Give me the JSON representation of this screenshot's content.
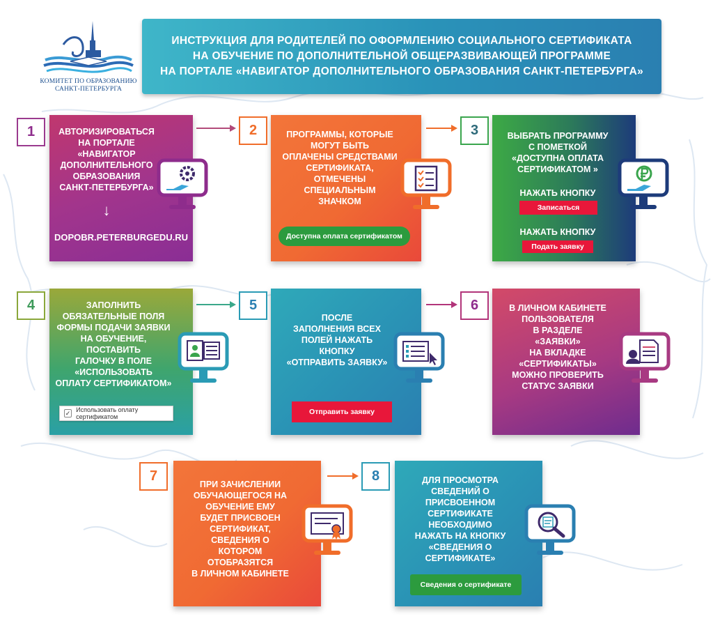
{
  "logo": {
    "line1": "КОМИТЕТ ПО ОБРАЗОВАНИЮ",
    "line2": "САНКТ-ПЕТЕРБУРГА"
  },
  "header": {
    "line1": "ИНСТРУКЦИЯ ДЛЯ РОДИТЕЛЕЙ ПО ОФОРМЛЕНИЮ СОЦИАЛЬНОГО СЕРТИФИКАТА",
    "line2": "НА ОБУЧЕНИЕ ПО ДОПОЛНИТЕЛЬНОЙ ОБЩЕРАЗВИВАЮЩЕЙ ПРОГРАММЕ",
    "line3": "НА ПОРТАЛЕ «НАВИГАТОР ДОПОЛНИТЕЛЬНОГО ОБРАЗОВАНИЯ САНКТ-ПЕТЕРБУРГА»"
  },
  "colors": {
    "purple": "#8e2c8c",
    "orange": "#f06d2a",
    "green": "#3aa54d",
    "navy": "#1d3b7a",
    "olive": "#8aa73a",
    "teal": "#2a9bb5",
    "pink": "#d24a6a",
    "red": "#e8173a",
    "button_green": "#2c9b3e"
  },
  "steps": [
    {
      "number": "1",
      "lines": [
        "АВТОРИЗИРОВАТЬСЯ",
        "НА ПОРТАЛЕ",
        "«НАВИГАТОР",
        "ДОПОЛНИТЕЛЬНОГО",
        "ОБРАЗОВАНИЯ",
        "САНКТ-ПЕТЕРБУРГА»"
      ],
      "arrow_glyph": "↓",
      "url": "DOPOBR.PETERBURGEDU.RU",
      "icon": "hand-gear-icon"
    },
    {
      "number": "2",
      "lines": [
        "ПРОГРАММЫ, КОТОРЫЕ",
        "МОГУТ БЫТЬ",
        "ОПЛАЧЕНЫ СРЕДСТВАМИ",
        "СЕРТИФИКАТА,",
        "ОТМЕЧЕНЫ",
        "СПЕЦИАЛЬНЫМ",
        "ЗНАЧКОМ"
      ],
      "badge": "Доступна оплата сертификатом",
      "icon": "checklist-icon"
    },
    {
      "number": "3",
      "lines": [
        "ВЫБРАТЬ ПРОГРАММУ",
        "С ПОМЕТКОЙ",
        "«ДОСТУПНА ОПЛАТА",
        "СЕРТИФИКАТОМ »"
      ],
      "press1": "НАЖАТЬ КНОПКУ",
      "button1": "Записаться",
      "press2": "НАЖАТЬ КНОПКУ",
      "button2": "Подать заявку",
      "icon": "ruble-hand-icon"
    },
    {
      "number": "4",
      "lines": [
        "ЗАПОЛНИТЬ",
        "ОБЯЗАТЕЛЬНЫЕ  ПОЛЯ",
        "ФОРМЫ ПОДАЧИ ЗАЯВКИ",
        "НА ОБУЧЕНИЕ,",
        "ПОСТАВИТЬ",
        "ГАЛОЧКУ В ПОЛЕ",
        "«ИСПОЛЬЗОВАТЬ",
        "ОПЛАТУ СЕРТИФИКАТОМ»"
      ],
      "checkbox_mark": "✓",
      "checkbox_label": "Использовать оплату сертификатом",
      "icon": "profile-form-icon"
    },
    {
      "number": "5",
      "lines": [
        "ПОСЛЕ",
        "ЗАПОЛНЕНИЯ ВСЕХ",
        "ПОЛЕЙ НАЖАТЬ",
        "КНОПКУ",
        "«ОТПРАВИТЬ ЗАЯВКУ»"
      ],
      "button": "Отправить  заявку",
      "icon": "form-cursor-icon"
    },
    {
      "number": "6",
      "lines": [
        "В ЛИЧНОМ КАБИНЕТЕ",
        "ПОЛЬЗОВАТЕЛЯ",
        "В РАЗДЕЛЕ",
        "«ЗАЯВКИ»",
        "НА ВКЛАДКЕ",
        "«СЕРТИФИКАТЫ»",
        "МОЖНО ПРОВЕРИТЬ",
        "СТАТУС ЗАЯВКИ"
      ],
      "icon": "operator-document-icon"
    },
    {
      "number": "7",
      "lines": [
        "ПРИ ЗАЧИСЛЕНИИ",
        "ОБУЧАЮЩЕГОСЯ НА",
        "ОБУЧЕНИЕ ЕМУ",
        "БУДЕТ  ПРИСВОЕН",
        "СЕРТИФИКАТ,",
        "СВЕДЕНИЯ О",
        "КОТОРОМ",
        "ОТОБРАЗЯТСЯ",
        "В ЛИЧНОМ КАБИНЕТЕ"
      ],
      "icon": "certificate-icon"
    },
    {
      "number": "8",
      "lines": [
        "ДЛЯ ПРОСМОТРА",
        "СВЕДЕНИЙ О",
        "ПРИСВОЕННОМ",
        "СЕРТИФИКАТЕ",
        "НЕОБХОДИМО",
        "НАЖАТЬ НА КНОПКУ",
        "«СВЕДЕНИЯ О",
        "СЕРТИФИКАТЕ»"
      ],
      "button": "Сведения о сертификате",
      "icon": "magnifier-document-icon"
    }
  ]
}
